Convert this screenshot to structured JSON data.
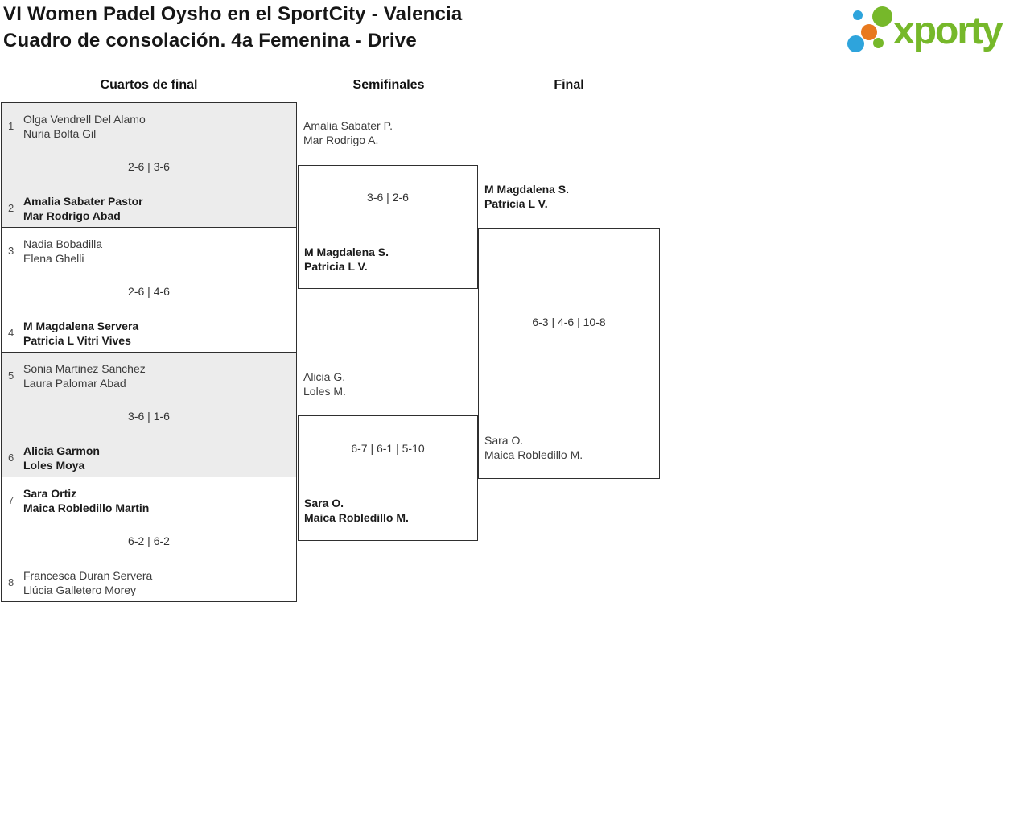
{
  "header": {
    "title_line1": "VI Women Padel Oysho en el SportCity - Valencia",
    "title_line2": "Cuadro de consolación. 4a Femenina - Drive"
  },
  "logo": {
    "text": "xporty",
    "green": "#76b82a",
    "blue": "#2ea4dc",
    "orange": "#e8791e"
  },
  "bracket": {
    "rounds": [
      "Cuartos de final",
      "Semifinales",
      "Final"
    ],
    "quarterfinals": [
      {
        "top": {
          "seed": "1",
          "lines": [
            "Olga Vendrell Del Alamo",
            "Nuria Bolta Gil"
          ],
          "bold": false
        },
        "score": "2-6 | 3-6",
        "bottom": {
          "seed": "2",
          "lines": [
            "Amalia Sabater Pastor",
            "Mar Rodrigo Abad"
          ],
          "bold": true
        }
      },
      {
        "top": {
          "seed": "3",
          "lines": [
            "Nadia Bobadilla",
            "Elena Ghelli"
          ],
          "bold": false
        },
        "score": "2-6 | 4-6",
        "bottom": {
          "seed": "4",
          "lines": [
            "M Magdalena Servera",
            "Patricia L Vitri Vives"
          ],
          "bold": true
        }
      },
      {
        "top": {
          "seed": "5",
          "lines": [
            "Sonia Martinez Sanchez",
            "Laura Palomar Abad"
          ],
          "bold": false
        },
        "score": "3-6 | 1-6",
        "bottom": {
          "seed": "6",
          "lines": [
            "Alicia Garmon",
            "Loles Moya"
          ],
          "bold": true
        }
      },
      {
        "top": {
          "seed": "7",
          "lines": [
            "Sara Ortiz",
            "Maica Robledillo Martin"
          ],
          "bold": true
        },
        "score": "6-2 | 6-2",
        "bottom": {
          "seed": "8",
          "lines": [
            "Francesca Duran Servera",
            "Llúcia Galletero Morey"
          ],
          "bold": false
        }
      }
    ],
    "semifinals": [
      {
        "top": {
          "lines": [
            "Amalia Sabater P.",
            "Mar Rodrigo A."
          ],
          "bold": false
        },
        "score": "3-6 | 2-6",
        "bottom": {
          "lines": [
            "M Magdalena S.",
            "Patricia L V."
          ],
          "bold": true
        }
      },
      {
        "top": {
          "lines": [
            "Alicia G.",
            "Loles M."
          ],
          "bold": false
        },
        "score": "6-7 | 6-1 | 5-10",
        "bottom": {
          "lines": [
            "Sara O.",
            "Maica Robledillo M."
          ],
          "bold": true
        }
      }
    ],
    "final": {
      "top": {
        "lines": [
          "M Magdalena S.",
          "Patricia L V."
        ],
        "bold": true
      },
      "score": "6-3 | 4-6 | 10-8",
      "bottom": {
        "lines": [
          "Sara O.",
          "Maica Robledillo M."
        ],
        "bold": false
      }
    }
  }
}
